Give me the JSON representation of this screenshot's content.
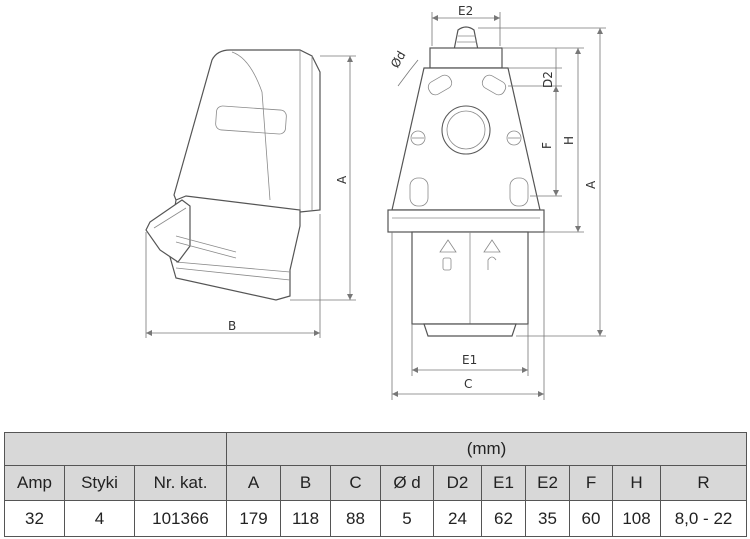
{
  "labels": {
    "side_A": "A",
    "side_B": "B",
    "front_E2": "E2",
    "front_d": "Ød",
    "front_D2": "D2",
    "front_F": "F",
    "front_H": "H",
    "front_A": "A",
    "front_E1": "E1",
    "front_C": "C"
  },
  "table": {
    "unit_header": "(mm)",
    "headers": [
      "Amp",
      "Styki",
      "Nr. kat.",
      "A",
      "B",
      "C",
      "Ø d",
      "D2",
      "E1",
      "E2",
      "F",
      "H",
      "R"
    ],
    "row": [
      "32",
      "4",
      "101366",
      "179",
      "118",
      "88",
      "5",
      "24",
      "62",
      "35",
      "60",
      "108",
      "8,0 - 22"
    ]
  }
}
